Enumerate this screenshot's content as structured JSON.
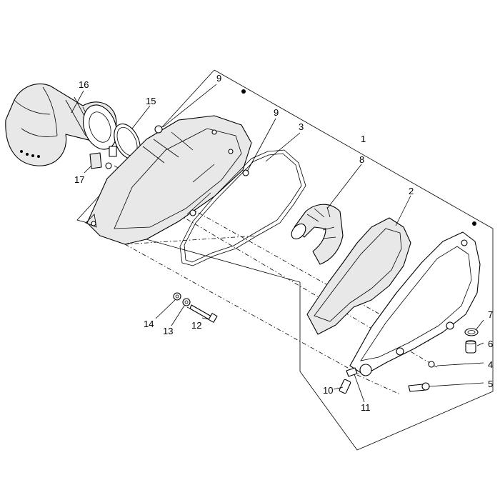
{
  "diagram": {
    "callouts": [
      {
        "id": "c1",
        "label": "1"
      },
      {
        "id": "c2",
        "label": "2"
      },
      {
        "id": "c3",
        "label": "3"
      },
      {
        "id": "c4",
        "label": "4"
      },
      {
        "id": "c5",
        "label": "5"
      },
      {
        "id": "c6",
        "label": "6"
      },
      {
        "id": "c7",
        "label": "7"
      },
      {
        "id": "c8",
        "label": "8"
      },
      {
        "id": "c9a",
        "label": "9"
      },
      {
        "id": "c9b",
        "label": "9"
      },
      {
        "id": "c10",
        "label": "10"
      },
      {
        "id": "c11",
        "label": "11"
      },
      {
        "id": "c12",
        "label": "12"
      },
      {
        "id": "c13",
        "label": "13"
      },
      {
        "id": "c14",
        "label": "14"
      },
      {
        "id": "c15",
        "label": "15"
      },
      {
        "id": "c16",
        "label": "16"
      },
      {
        "id": "c17",
        "label": "17"
      }
    ]
  }
}
